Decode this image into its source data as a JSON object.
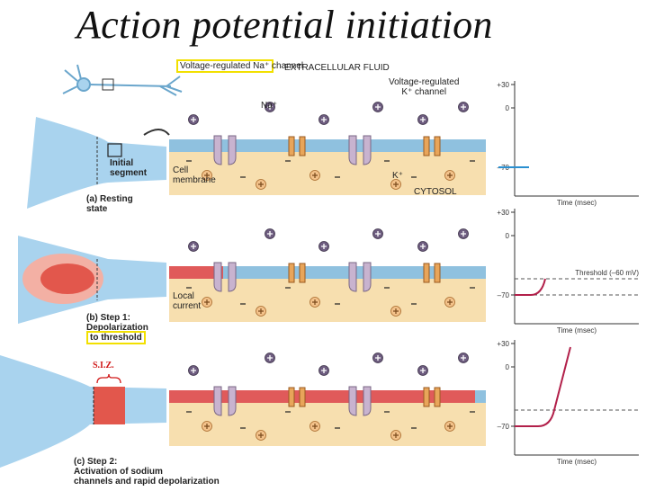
{
  "title": "Action potential initiation",
  "labels": {
    "na_channel": "Voltage-regulated Na⁺ channel",
    "k_channel_1": "Voltage-regulated",
    "k_channel_2": "K⁺ channel",
    "extracellular": "EXTRACELLULAR FLUID",
    "cytosol": "CYTOSOL",
    "na_ion": "Na⁺",
    "k_ion": "K⁺",
    "cell_membrane_1": "Cell",
    "cell_membrane_2": "membrane",
    "initial_segment_1": "Initial",
    "initial_segment_2": "segment",
    "local_current_1": "Local",
    "local_current_2": "current",
    "siz": "S.I.Z."
  },
  "panels": [
    {
      "letter": "(a)",
      "line1": "Resting",
      "line2": "state",
      "line3": ""
    },
    {
      "letter": "(b)",
      "line1": "Step 1:",
      "line2": "Depolarization",
      "line3": "to threshold"
    },
    {
      "letter": "(c)",
      "line1": "Step 2:",
      "line2": "Activation of sodium",
      "line3": "channels and rapid depolarization"
    }
  ],
  "graphs": {
    "tick_top": "+30",
    "tick_zero": "0",
    "tick_bottom": "–70",
    "xlabel": "Time (msec)",
    "threshold_label": "Threshold (–60 mV)"
  },
  "colors": {
    "membrane_rest": "#8fc1df",
    "membrane_depol": "#e05a5a",
    "cytosol": "#f7dfaf",
    "na_channel": "#c8b3cf",
    "k_channel": "#e8a55a",
    "trace": "#b2204a",
    "highlight": "#f2e000"
  }
}
